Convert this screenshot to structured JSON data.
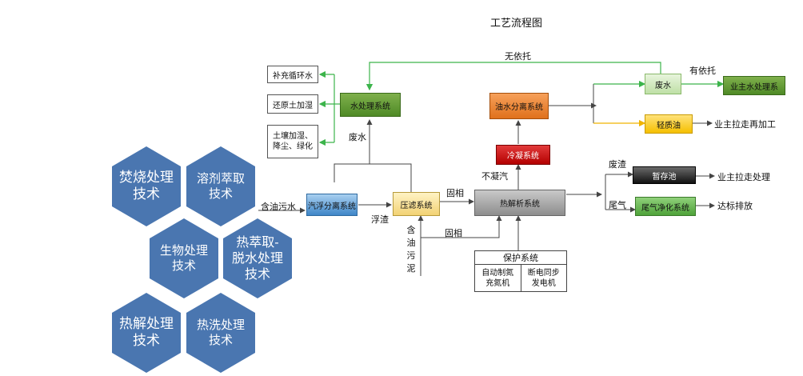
{
  "title": "工艺流程图",
  "hexagons": [
    {
      "id": "incineration",
      "label": "焚烧处理技术"
    },
    {
      "id": "solvent",
      "label": "溶剂萃取技术"
    },
    {
      "id": "bio",
      "label": "生物处理技术"
    },
    {
      "id": "hot_extract",
      "label": "热萃取-脱水处理技术"
    },
    {
      "id": "pyrolysis",
      "label": "热解处理技术"
    },
    {
      "id": "hot_wash",
      "label": "热洗处理技术"
    }
  ],
  "nodes": {
    "supply_water": "补充循环水",
    "restore_soil": "还原土加湿",
    "soil_green": "土壤加湿、降尘、绿化",
    "water_treat": "水处理系统",
    "flotation": "汽浮分离系统",
    "filter_press": "压滤系统",
    "pyrolysis_sys": "热解析系统",
    "condense": "冷凝系统",
    "oil_water": "油水分离系统",
    "wastewater": "废水",
    "owner_water": "业主水处理系",
    "light_oil": "轻质油",
    "storage": "暂存池",
    "tail_gas": "尾气净化系统",
    "protect_title": "保护系统",
    "protect_a": "自动制氮充氮机",
    "protect_b": "断电同步发电机"
  },
  "labels": {
    "no_entrust": "无依托",
    "has_entrust": "有依托",
    "waste_water": "废水",
    "oily_sewage": "含油污水",
    "scum": "浮渣",
    "solid_phase1": "固相",
    "solid_phase2": "固相",
    "oily_sludge": "含油污泥",
    "non_condensable": "不凝汽",
    "waste_residue": "废渣",
    "tail_gas": "尾气",
    "owner_reprocess": "业主拉走再加工",
    "owner_handle": "业主拉走处理",
    "discharge": "达标排放"
  },
  "colors": {
    "hex": "#4a76b0",
    "green_line": "#3cb44b",
    "orange_line": "#f0b400",
    "dark_line": "#555555"
  }
}
